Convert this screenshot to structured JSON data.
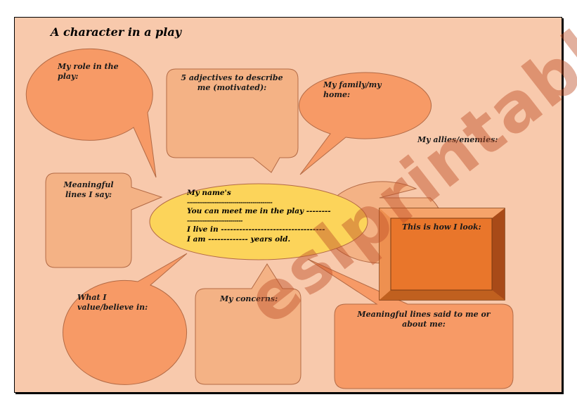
{
  "title": "A character in a play",
  "bubbles": {
    "role": "My role in the\nplay:",
    "adjectives": "5 adjectives to describe\nme (motivated):",
    "family": "My family/my\nhome:",
    "allies": "My allies/enemies:",
    "lines_i_say": "Meaningful\nlines I say:",
    "look": "This is how I look:",
    "values": "What I\nvalue/believe in:",
    "concerns": "My concerns:",
    "lines_to_me": "Meaningful lines said to me or\nabout me:"
  },
  "name_card": {
    "line1": "My name's",
    "line2": "-------------------------------------------",
    "line3": "You can meet me in the play --------",
    "line4": "----------------------------",
    "line5": "I live in ----------------------------------",
    "line6": "I am ------------- years old."
  },
  "watermark": "eslprintables.com",
  "colors": {
    "background": "#f8c9ac",
    "bubble_dark": "#f79a66",
    "bubble_light": "#f4b285",
    "name_card": "#fcd45a",
    "frame": "#e07830"
  }
}
